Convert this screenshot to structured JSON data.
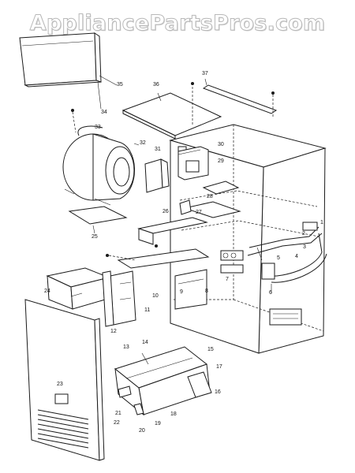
{
  "watermark": "AppliancePartsPros.com",
  "callouts": [
    {
      "id": "35",
      "label": "35"
    },
    {
      "id": "34",
      "label": "34"
    },
    {
      "id": "36",
      "label": "36"
    },
    {
      "id": "37",
      "label": "37"
    },
    {
      "id": "33",
      "label": "33"
    },
    {
      "id": "32",
      "label": "32"
    },
    {
      "id": "31",
      "label": "31"
    },
    {
      "id": "30",
      "label": "30"
    },
    {
      "id": "29",
      "label": "29"
    },
    {
      "id": "28",
      "label": "28"
    },
    {
      "id": "27",
      "label": "27"
    },
    {
      "id": "26",
      "label": "26"
    },
    {
      "id": "25",
      "label": "25"
    },
    {
      "id": "1",
      "label": "1"
    },
    {
      "id": "2",
      "label": "2"
    },
    {
      "id": "3",
      "label": "3"
    },
    {
      "id": "4",
      "label": "4"
    },
    {
      "id": "5",
      "label": "5"
    },
    {
      "id": "6",
      "label": "6"
    },
    {
      "id": "7",
      "label": "7"
    },
    {
      "id": "8",
      "label": "8"
    },
    {
      "id": "9",
      "label": "9"
    },
    {
      "id": "10",
      "label": "10"
    },
    {
      "id": "11",
      "label": "11"
    },
    {
      "id": "12",
      "label": "12"
    },
    {
      "id": "24",
      "label": "24"
    },
    {
      "id": "15",
      "label": "15"
    },
    {
      "id": "13",
      "label": "13"
    },
    {
      "id": "14",
      "label": "14"
    },
    {
      "id": "17",
      "label": "17"
    },
    {
      "id": "16",
      "label": "16"
    },
    {
      "id": "18",
      "label": "18"
    },
    {
      "id": "19",
      "label": "19"
    },
    {
      "id": "20",
      "label": "20"
    },
    {
      "id": "21",
      "label": "21"
    },
    {
      "id": "22",
      "label": "22"
    },
    {
      "id": "23",
      "label": "23"
    }
  ]
}
